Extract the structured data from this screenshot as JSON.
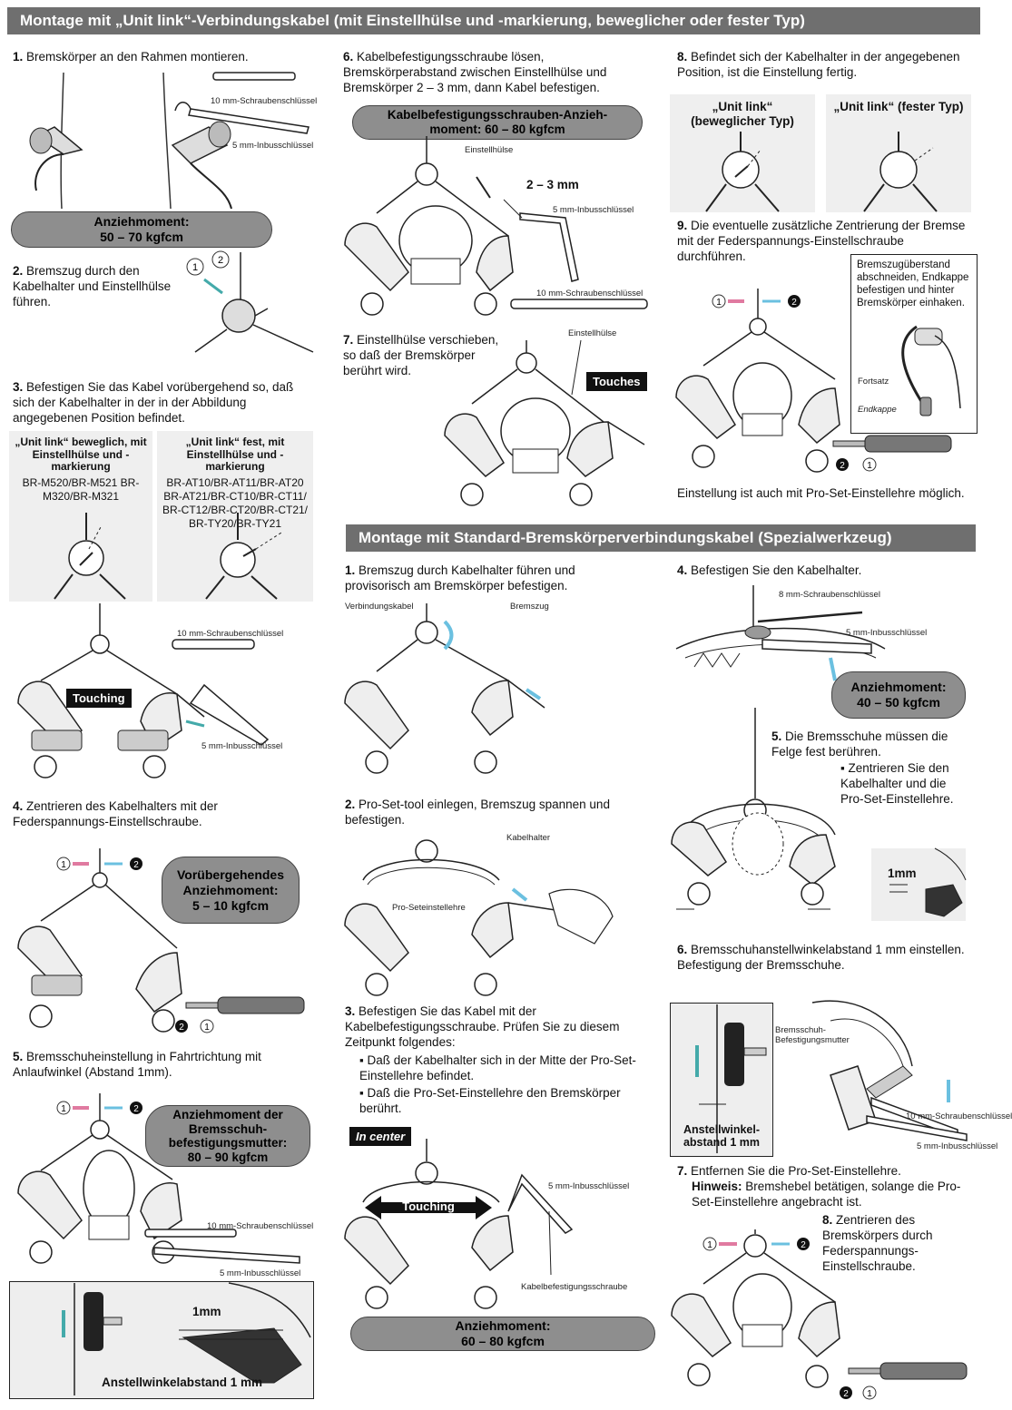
{
  "banners": {
    "top": "Montage mit „Unit link“-Verbindungskabel (mit Einstellhülse und -markierung, beweglicher oder fester Typ)",
    "bottom": "Montage mit Standard-Bremskörperverbindungskabel (Spezialwerkzeug)"
  },
  "col1": {
    "s1": {
      "num": "1.",
      "text": "Bremskörper an den Rahmen montieren."
    },
    "s1_lbl_wrench": "10 mm-Schraubenschlüssel",
    "s1_lbl_hex": "5 mm-Inbusschlüssel",
    "s1_pill": [
      "Anziehmoment:",
      "50 – 70 kgfcm"
    ],
    "s2": {
      "num": "2.",
      "text": "Bremszug durch den Kabelhalter und Einstellhülse führen."
    },
    "s3": {
      "num": "3.",
      "text": "Befestigen Sie das Kabel vorübergehend so, daß sich der Kabelhalter in der in der Abbildung angegebenen Position befindet."
    },
    "box_left_title": "„Unit link“ beweglich, mit Einstellhülse und -markierung",
    "box_left_models": "BR-M520/BR-M521 BR-M320/BR-M321",
    "box_right_title": "„Unit link“ fest, mit Einstellhülse und -markierung",
    "box_right_models": "BR-AT10/BR-AT11/BR-AT20 BR-AT21/BR-CT10/BR-CT11/ BR-CT12/BR-CT20/BR-CT21/ BR-TY20/BR-TY21",
    "s3_lbl_wrench": "10 mm-Schraubenschlüssel",
    "s3_lbl_hex": "5 mm-Inbusschlüssel",
    "s3_tag": "Touching",
    "s4": {
      "num": "4.",
      "text": "Zentrieren des Kabelhalters mit der Federspannungs-Einstellschraube."
    },
    "s4_pill": [
      "Vorübergehendes",
      "Anziehmoment:",
      "5 – 10 kgfcm"
    ],
    "s5": {
      "num": "5.",
      "text": "Bremsschuheinstellung in Fahrtrichtung mit Anlaufwinkel (Abstand 1mm)."
    },
    "s5_pill": [
      "Anziehmoment der",
      "Bremsschuh-",
      "befestigungsmutter:",
      "80 – 90 kgfcm"
    ],
    "s5_lbl_wrench": "10 mm-Schraubenschlüssel",
    "s5_lbl_hex": "5 mm-Inbusschlüssel",
    "s5_mm": "1mm",
    "s5_caption": "Anstellwinkelabstand 1 mm"
  },
  "col2": {
    "s6": {
      "num": "6.",
      "text": "Kabelbefestigungsschraube lösen, Bremskörperabstand zwischen Einstellhülse und Bremskörper 2 – 3 mm, dann Kabel befestigen."
    },
    "s6_pill": [
      "Kabelbefestigungsschrauben-Anzieh-",
      "moment: 60 – 80 kgfcm"
    ],
    "s6_lbl_huelse": "Einstellhülse",
    "s6_gap": "2 – 3 mm",
    "s6_lbl_hex": "5 mm-Inbusschlüssel",
    "s6_lbl_wrench": "10 mm-Schraubenschlüssel",
    "s7": {
      "num": "7.",
      "text": "Einstellhülse verschieben, so daß der Bremskörper berührt wird."
    },
    "s7_lbl_huelse": "Einstellhülse",
    "s7_tag": "Touches",
    "b1": {
      "num": "1.",
      "text": "Bremszug durch Kabelhalter führen und provisorisch am Bremskörper befestigen."
    },
    "b1_lbl_kabel": "Verbindungskabel",
    "b1_lbl_zug": "Bremszug",
    "b2": {
      "num": "2.",
      "text": "Pro-Set-tool einlegen, Bremszug spannen und befestigen."
    },
    "b2_lbl_halter": "Kabelhalter",
    "b2_lbl_lehre": "Pro-Seteinstellehre",
    "b3": {
      "num": "3.",
      "text": "Befestigen Sie das Kabel mit der Kabelbefestigungsschraube. Prüfen Sie zu diesem Zeitpunkt folgendes:"
    },
    "b3_bullets": [
      "Daß der Kabelhalter sich in der Mitte der Pro-Set-Einstellehre befindet.",
      "Daß die Pro-Set-Einstellehre den Bremskörper berührt."
    ],
    "b3_tag_center": "In center",
    "b3_tag_touch": "Touching",
    "b3_lbl_hex": "5 mm-Inbusschlüssel",
    "b3_lbl_screw": "Kabelbefestigungsschraube",
    "b3_pill": [
      "Anziehmoment:",
      "60 – 80 kgfcm"
    ]
  },
  "col3": {
    "s8": {
      "num": "8.",
      "text": "Befindet sich der Kabelhalter in der angegebenen Position, ist die Einstellung fertig."
    },
    "s8_left": "„Unit link“ (beweglicher Typ)",
    "s8_right": "„Unit link“ (fester Typ)",
    "s9": {
      "num": "9.",
      "text": "Die eventuelle zusätzliche Zentrierung der Bremse mit der Federspannungs-Einstellschraube durchführen."
    },
    "s9_note": "Bremszugüberstand abschneiden, Endkappe befestigen und hinter Bremskörper einhaken.",
    "s9_lbl_fortsatz": "Fortsatz",
    "s9_lbl_endkappe": "Endkappe",
    "s9_footer": "Einstellung ist auch mit Pro-Set-Einstellehre möglich.",
    "b4": {
      "num": "4.",
      "text": "Befestigen Sie den Kabelhalter."
    },
    "b4_lbl_wrench": "8 mm-Schraubenschlüssel",
    "b4_lbl_hex": "5 mm-Inbusschlüssel",
    "b4_pill": [
      "Anziehmoment:",
      "40 – 50 kgfcm"
    ],
    "b5": {
      "num": "5.",
      "text": "Die Bremsschuhe müssen die Felge fest berühren."
    },
    "b5_bullet": "Zentrieren Sie den Kabelhalter und die Pro-Set-Einstellehre.",
    "b5_mm": "1mm",
    "b6": {
      "num": "6.",
      "text": "Bremsschuhanstellwinkelabstand 1 mm einstellen. Befestigung der Bremsschuhe."
    },
    "b6_lbl_nut": "Bremsschuh-Befestigungsmutter",
    "b6_lbl_wrench": "10 mm-Schraubenschlüssel",
    "b6_lbl_hex": "5 mm-Inbusschlüssel",
    "b6_caption": "Anstellwinkel-abstand 1 mm",
    "b7": {
      "num": "7.",
      "text": "Entfernen Sie die Pro-Set-Einstellehre."
    },
    "b7_hint_label": "Hinweis:",
    "b7_hint": "Bremshebel betätigen, solange die Pro-Set-Einstellehre angebracht ist.",
    "b8": {
      "num": "8.",
      "text": "Zentrieren des Bremskörpers durch Federspannungs-Einstellschraube."
    }
  },
  "markers": {
    "one": "1",
    "two": "2"
  }
}
